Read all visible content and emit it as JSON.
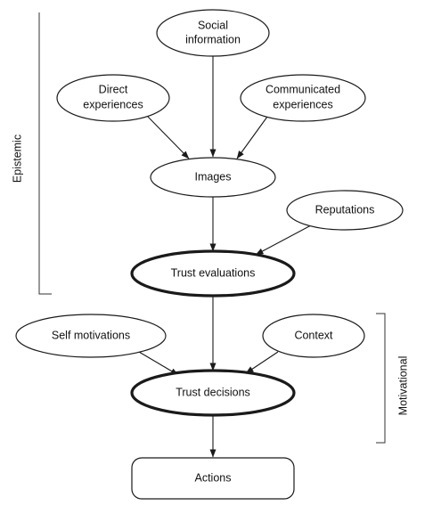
{
  "diagram": {
    "nodes": {
      "social_information": {
        "lines": [
          "Social",
          "information"
        ]
      },
      "direct_experiences": {
        "lines": [
          "Direct",
          "experiences"
        ]
      },
      "communicated_experiences": {
        "lines": [
          "Communicated",
          "experiences"
        ]
      },
      "images": {
        "lines": [
          "Images"
        ]
      },
      "reputations": {
        "lines": [
          "Reputations"
        ]
      },
      "trust_evaluations": {
        "lines": [
          "Trust evaluations"
        ]
      },
      "self_motivations": {
        "lines": [
          "Self motivations"
        ]
      },
      "context": {
        "lines": [
          "Context"
        ]
      },
      "trust_decisions": {
        "lines": [
          "Trust decisions"
        ]
      },
      "actions": {
        "lines": [
          "Actions"
        ]
      }
    },
    "brackets": {
      "epistemic": {
        "label": "Epistemic"
      },
      "motivational": {
        "label": "Motivational"
      }
    },
    "edges": [
      {
        "from": "social_information",
        "to": "images"
      },
      {
        "from": "direct_experiences",
        "to": "images"
      },
      {
        "from": "communicated_experiences",
        "to": "images"
      },
      {
        "from": "images",
        "to": "trust_evaluations"
      },
      {
        "from": "reputations",
        "to": "trust_evaluations"
      },
      {
        "from": "trust_evaluations",
        "to": "trust_decisions"
      },
      {
        "from": "self_motivations",
        "to": "trust_decisions"
      },
      {
        "from": "context",
        "to": "trust_decisions"
      },
      {
        "from": "trust_decisions",
        "to": "actions"
      }
    ]
  }
}
